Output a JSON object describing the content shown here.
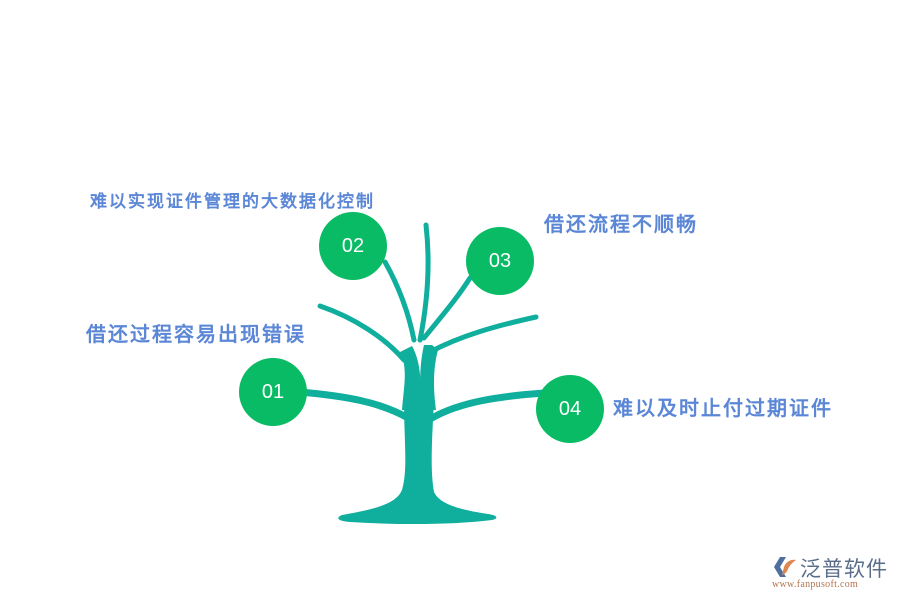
{
  "colors": {
    "tree": "#0fae9d",
    "node": "#09bb65",
    "node_text": "#ffffff",
    "label": "#5b87d6",
    "logo_text": "#5a6e8c",
    "logo_url": "#b3754f",
    "logo_mark_blue": "#4f6f9f",
    "logo_mark_orange": "#e0874f"
  },
  "nodes": [
    {
      "number": "01",
      "label": "借还过程容易出现错误"
    },
    {
      "number": "02",
      "label": "难以实现证件管理的大数据化控制"
    },
    {
      "number": "03",
      "label": "借还流程不顺畅"
    },
    {
      "number": "04",
      "label": "难以及时止付过期证件"
    }
  ],
  "logo": {
    "name": "泛普软件",
    "url": "www.fanpusoft.com"
  }
}
